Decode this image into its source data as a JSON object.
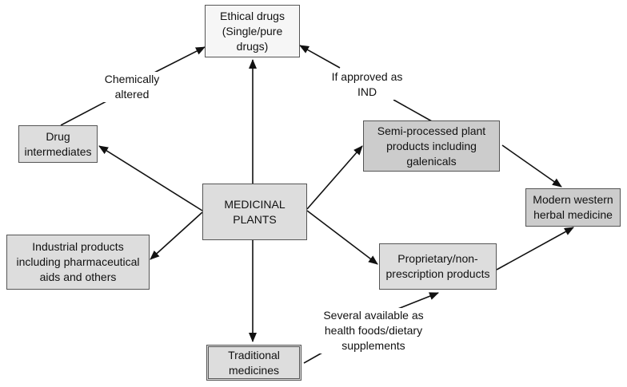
{
  "nodes": {
    "ethical": "Ethical drugs\n(Single/pure\ndrugs)",
    "intermediates": "Drug\nintermediates",
    "medicinal": "MEDICINAL\nPLANTS",
    "semi": "Semi-processed plant\nproducts including\ngalenicals",
    "modern": "Modern western\nherbal medicine",
    "industrial": "Industrial products\nincluding pharmaceutical\naids and others",
    "proprietary": "Proprietary/non-\nprescription products",
    "traditional": "Traditional\nmedicines"
  },
  "labels": {
    "chemically": "Chemically\naltered",
    "approved": "If approved as\nIND",
    "several": "Several available as\nhealth foods/dietary\nsupplements"
  }
}
